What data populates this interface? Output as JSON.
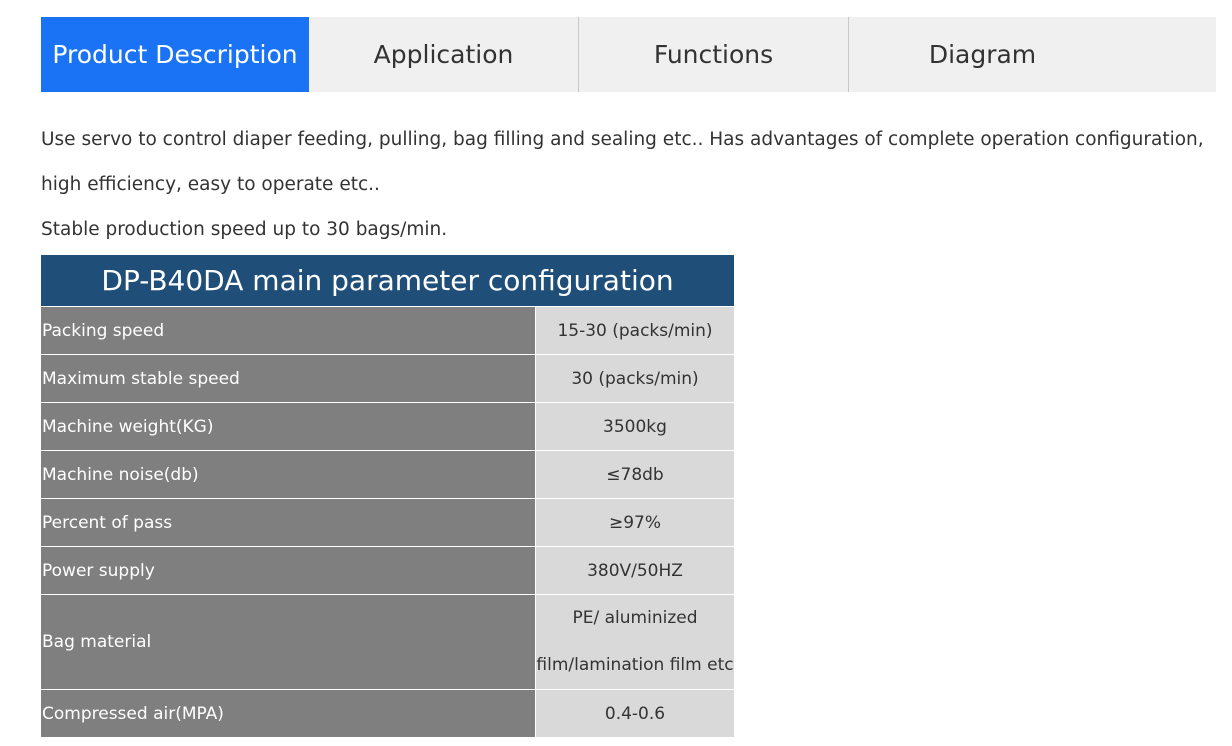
{
  "tabs": [
    {
      "label": "Product Description",
      "active": true
    },
    {
      "label": "Application",
      "active": false
    },
    {
      "label": "Functions",
      "active": false
    },
    {
      "label": "Diagram",
      "active": false
    }
  ],
  "description": {
    "line1": "Use servo to control diaper feeding, pulling, bag filling and sealing etc.. Has advantages of complete operation configuration,",
    "line2": "high efficiency, easy to operate etc..",
    "line3": "Stable production speed up to 30 bags/min."
  },
  "table": {
    "title": "DP-B40DA main parameter configuration",
    "rows": [
      {
        "key": "Packing speed",
        "value": "15-30 (packs/min)"
      },
      {
        "key": "Maximum stable speed",
        "value": "30 (packs/min)"
      },
      {
        "key": "Machine weight(KG)",
        "value": "3500kg"
      },
      {
        "key": "Machine noise(db)",
        "value": "≤78db"
      },
      {
        "key": "Percent of pass",
        "value": "≥97%"
      },
      {
        "key": "Power supply",
        "value": "380V/50HZ"
      },
      {
        "key": "Bag material",
        "value_line1": "PE/ aluminized",
        "value_line2": "film/lamination film etc"
      },
      {
        "key": "Compressed air(MPA)",
        "value": "0.4-0.6"
      }
    ]
  },
  "colors": {
    "tab_active": "#1a73f5",
    "tab_bar": "#f0f0f0",
    "table_header": "#1f4e79",
    "key_cell": "#7f7f7f",
    "value_cell": "#d9d9d9"
  }
}
